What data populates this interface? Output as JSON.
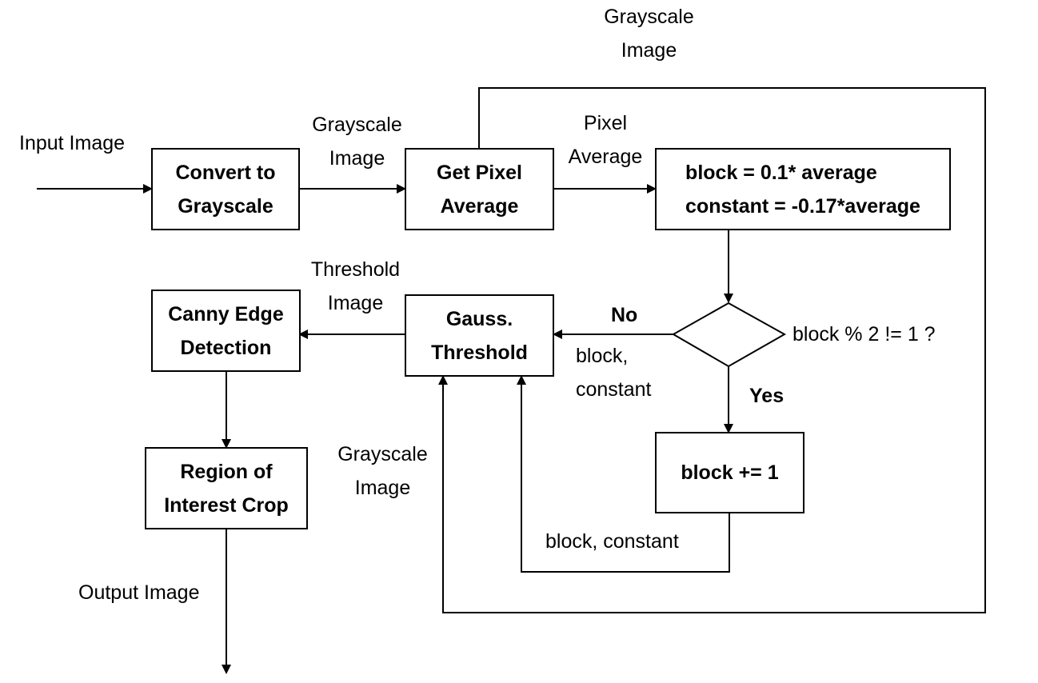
{
  "nodes": {
    "convert": "Convert to\nGrayscale",
    "pixel_avg": "Get Pixel\nAverage",
    "formula": "block = 0.1* average\nconstant = -0.17*average",
    "decision": "block % 2 != 1 ?",
    "increment": "block += 1",
    "gauss": "Gauss.\nThreshold",
    "canny": "Canny Edge\nDetection",
    "roi": "Region of\nInterest Crop"
  },
  "labels": {
    "input": "Input Image",
    "gray_to_avg": "Grayscale\nImage",
    "gray_top": "Grayscale\nImage",
    "pixel_average": "Pixel\nAverage",
    "no": "No",
    "block_constant_no": "block,\nconstant",
    "yes": "Yes",
    "block_constant_loop": "block, constant",
    "gray_left": "Grayscale\nImage",
    "threshold_image": "Threshold\nImage",
    "output": "Output Image"
  }
}
